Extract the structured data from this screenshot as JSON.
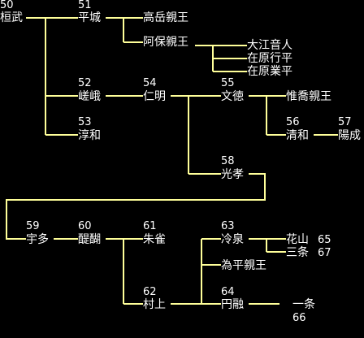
{
  "colors": {
    "background": "#000000",
    "line": "#ffff99",
    "text": "#ffffff"
  },
  "nodes": {
    "kanmu": {
      "name": "桓武",
      "number": "50"
    },
    "heizei": {
      "name": "平城",
      "number": "51"
    },
    "takaoka": {
      "name": "高岳親王"
    },
    "abo": {
      "name": "阿保親王"
    },
    "otoudo": {
      "name": "大江音人"
    },
    "yukihira": {
      "name": "在原行平"
    },
    "narihira": {
      "name": "在原業平"
    },
    "saga": {
      "name": "嵯峨",
      "number": "52"
    },
    "junna": {
      "name": "淳和",
      "number": "53"
    },
    "ninmyo": {
      "name": "仁明",
      "number": "54"
    },
    "montoku": {
      "name": "文徳",
      "number": "55"
    },
    "koretaka": {
      "name": "惟喬親王"
    },
    "seiwa": {
      "name": "清和",
      "number": "56"
    },
    "yozei": {
      "name": "陽成",
      "number": "57"
    },
    "koko": {
      "name": "光孝",
      "number": "58"
    },
    "uda": {
      "name": "宇多",
      "number": "59"
    },
    "daigo": {
      "name": "醍醐",
      "number": "60"
    },
    "suzaku": {
      "name": "朱雀",
      "number": "61"
    },
    "murakami": {
      "name": "村上",
      "number": "62"
    },
    "reizei": {
      "name": "冷泉",
      "number": "63"
    },
    "tamehira": {
      "name": "為平親王"
    },
    "enyu": {
      "name": "円融",
      "number": "64"
    },
    "kazan": {
      "name": "花山",
      "number": "65"
    },
    "sanjo": {
      "name": "三条",
      "number": "67"
    },
    "ichijo": {
      "name": "一条",
      "number": "66"
    }
  }
}
